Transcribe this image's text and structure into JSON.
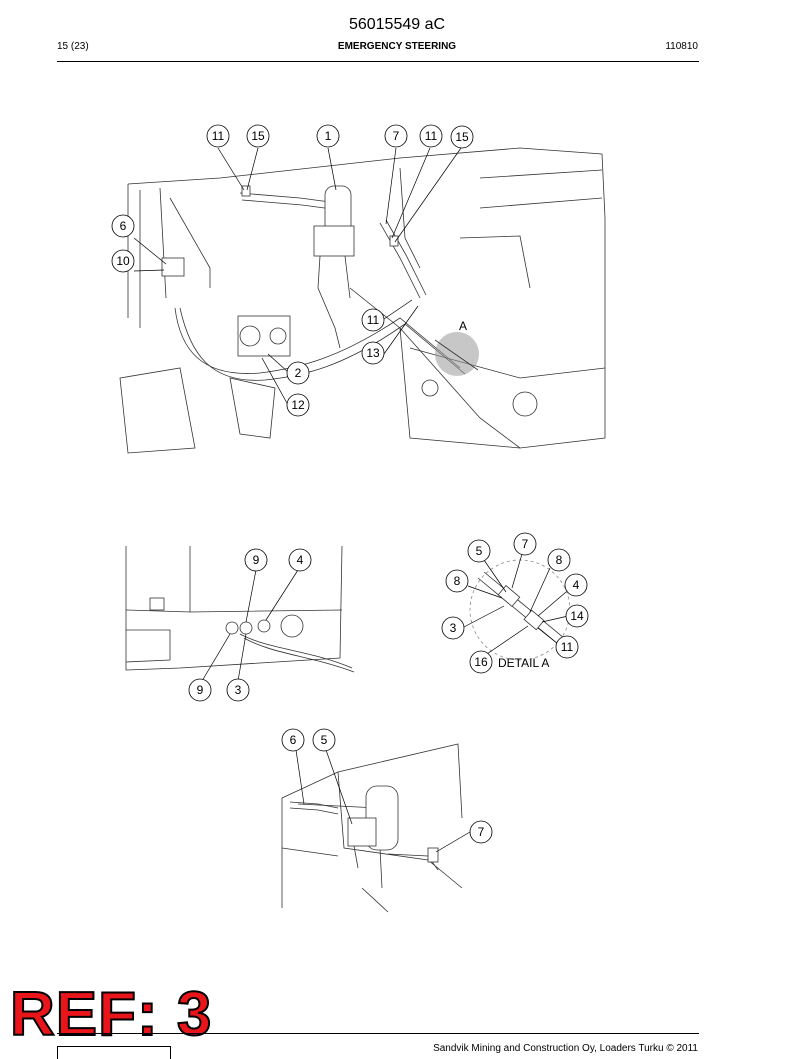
{
  "header": {
    "doc_number": "56015549 aC",
    "page": "15 (23)",
    "title": "EMERGENCY STEERING",
    "date": "110810"
  },
  "main_view": {
    "callouts": [
      "11",
      "15",
      "1",
      "7",
      "11",
      "15",
      "6",
      "10",
      "11",
      "13",
      "2",
      "12"
    ],
    "view_marker": "A"
  },
  "left_view": {
    "callouts": [
      "9",
      "4",
      "9",
      "3"
    ]
  },
  "detail_view": {
    "label": "DETAIL A",
    "callouts": [
      "5",
      "7",
      "8",
      "8",
      "4",
      "14",
      "3",
      "11",
      "16"
    ]
  },
  "bottom_view": {
    "callouts": [
      "6",
      "5",
      "7"
    ]
  },
  "footer": {
    "copyright": "Sandvik Mining and Construction Oy, Loaders Turku © 2011"
  },
  "stamp": {
    "text": "REF: 3",
    "color": "#e8151b"
  }
}
